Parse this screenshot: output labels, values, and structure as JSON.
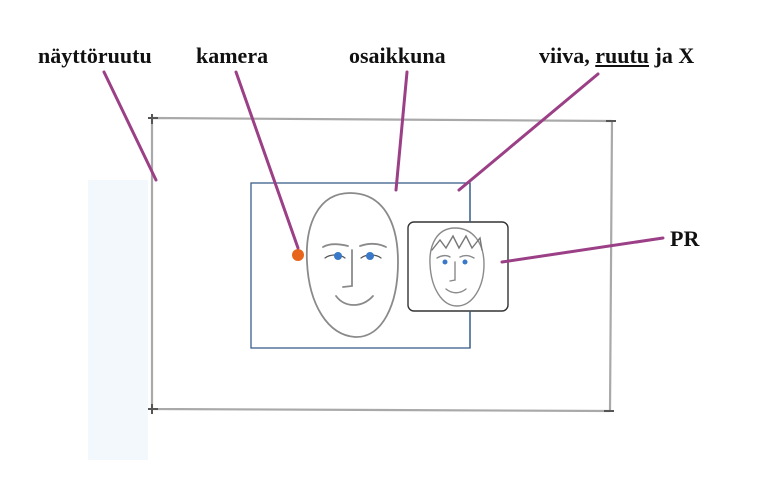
{
  "labels": {
    "screen": "näyttöruutu",
    "camera": "kamera",
    "window": "osaikkuna",
    "line_prefix": "viiva, ",
    "line_underlined": "ruutu",
    "line_suffix": " ja X",
    "pr": "PR"
  },
  "colors": {
    "leader_line": "#9b3f86",
    "camera_dot": "#e8661c",
    "window_frame": "#3b5f8a",
    "sketch": "#888888",
    "eyes": "#3a78c8"
  }
}
